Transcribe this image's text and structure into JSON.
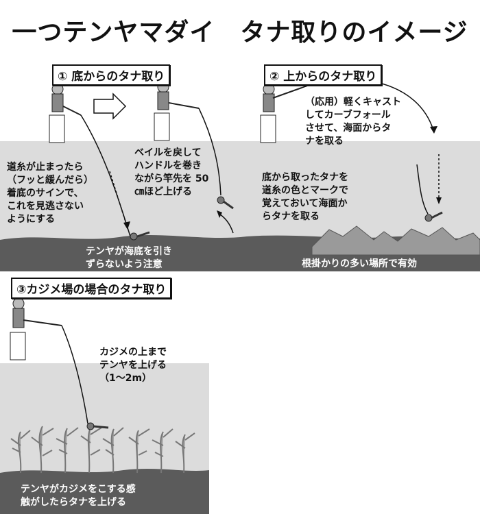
{
  "title": "一つテンヤマダイ　タナ取りのイメージ",
  "panels": {
    "p1": {
      "label": "① 底からのタナ取り",
      "left_note": "道糸が止まったら\n（フッと緩んだら）\n着底のサインで、\nこれを見逃さない\nようにする",
      "right_note": "ベイルを戻して\nハンドルを巻き\nながら竿先を 50\n㎝ほど上げる",
      "bottom_note": "テンヤが海底を引き\nずらないよう注意"
    },
    "p2": {
      "label": "② 上からのタナ取り",
      "cast_note": "（応用）軽くキャスト\nしてカーブフォール\nさせて、海面からタ\nナを取る",
      "mid_note": "底から取ったタナを\n道糸の色とマークで\n覚えておいて海面か\nらタナを取る",
      "bottom_note": "根掛かりの多い場所で有効"
    },
    "p3": {
      "label": "③カジメ場の場合のタナ取り",
      "note": "カジメの上まで\nテンヤを上げる\n（1～2m）",
      "bottom_note": "テンヤがカジメをこする感\n触がしたらタナを上げる"
    }
  },
  "colors": {
    "water": "#dcdcdc",
    "seabed": "#5b5b5b",
    "rock": "#9a9a9a",
    "kelp": "#8a8a8a",
    "line": "#111111"
  }
}
